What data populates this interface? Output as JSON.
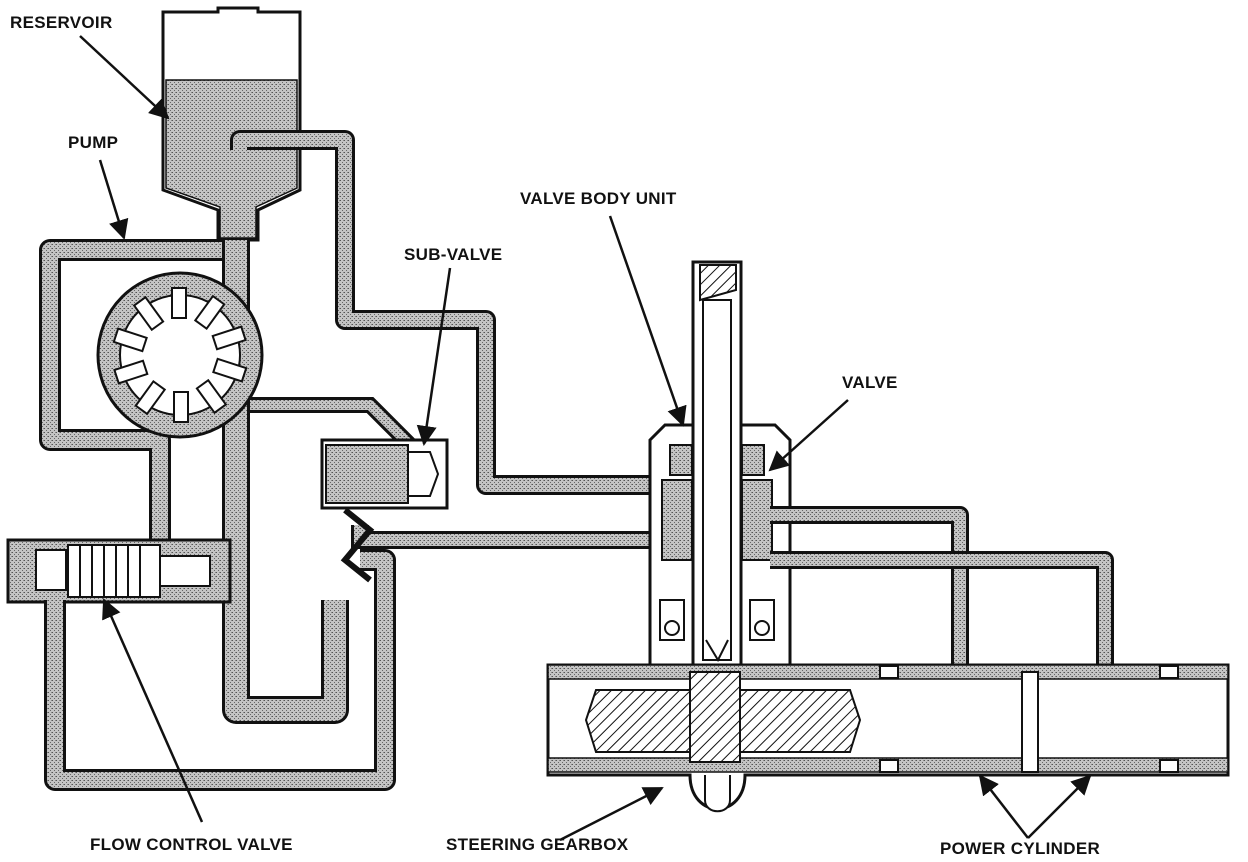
{
  "labels": {
    "reservoir": "RESERVOIR",
    "pump": "PUMP",
    "sub_valve": "SUB-VALVE",
    "valve_body_unit": "VALVE BODY UNIT",
    "valve": "VALVE",
    "flow_control_valve": "FLOW CONTROL VALVE",
    "steering_gearbox": "STEERING GEARBOX",
    "power_cylinder": "POWER CYLINDER"
  },
  "colors": {
    "ink": "#111111",
    "fluid_fill": "#b9b9b9",
    "background": "#ffffff"
  }
}
